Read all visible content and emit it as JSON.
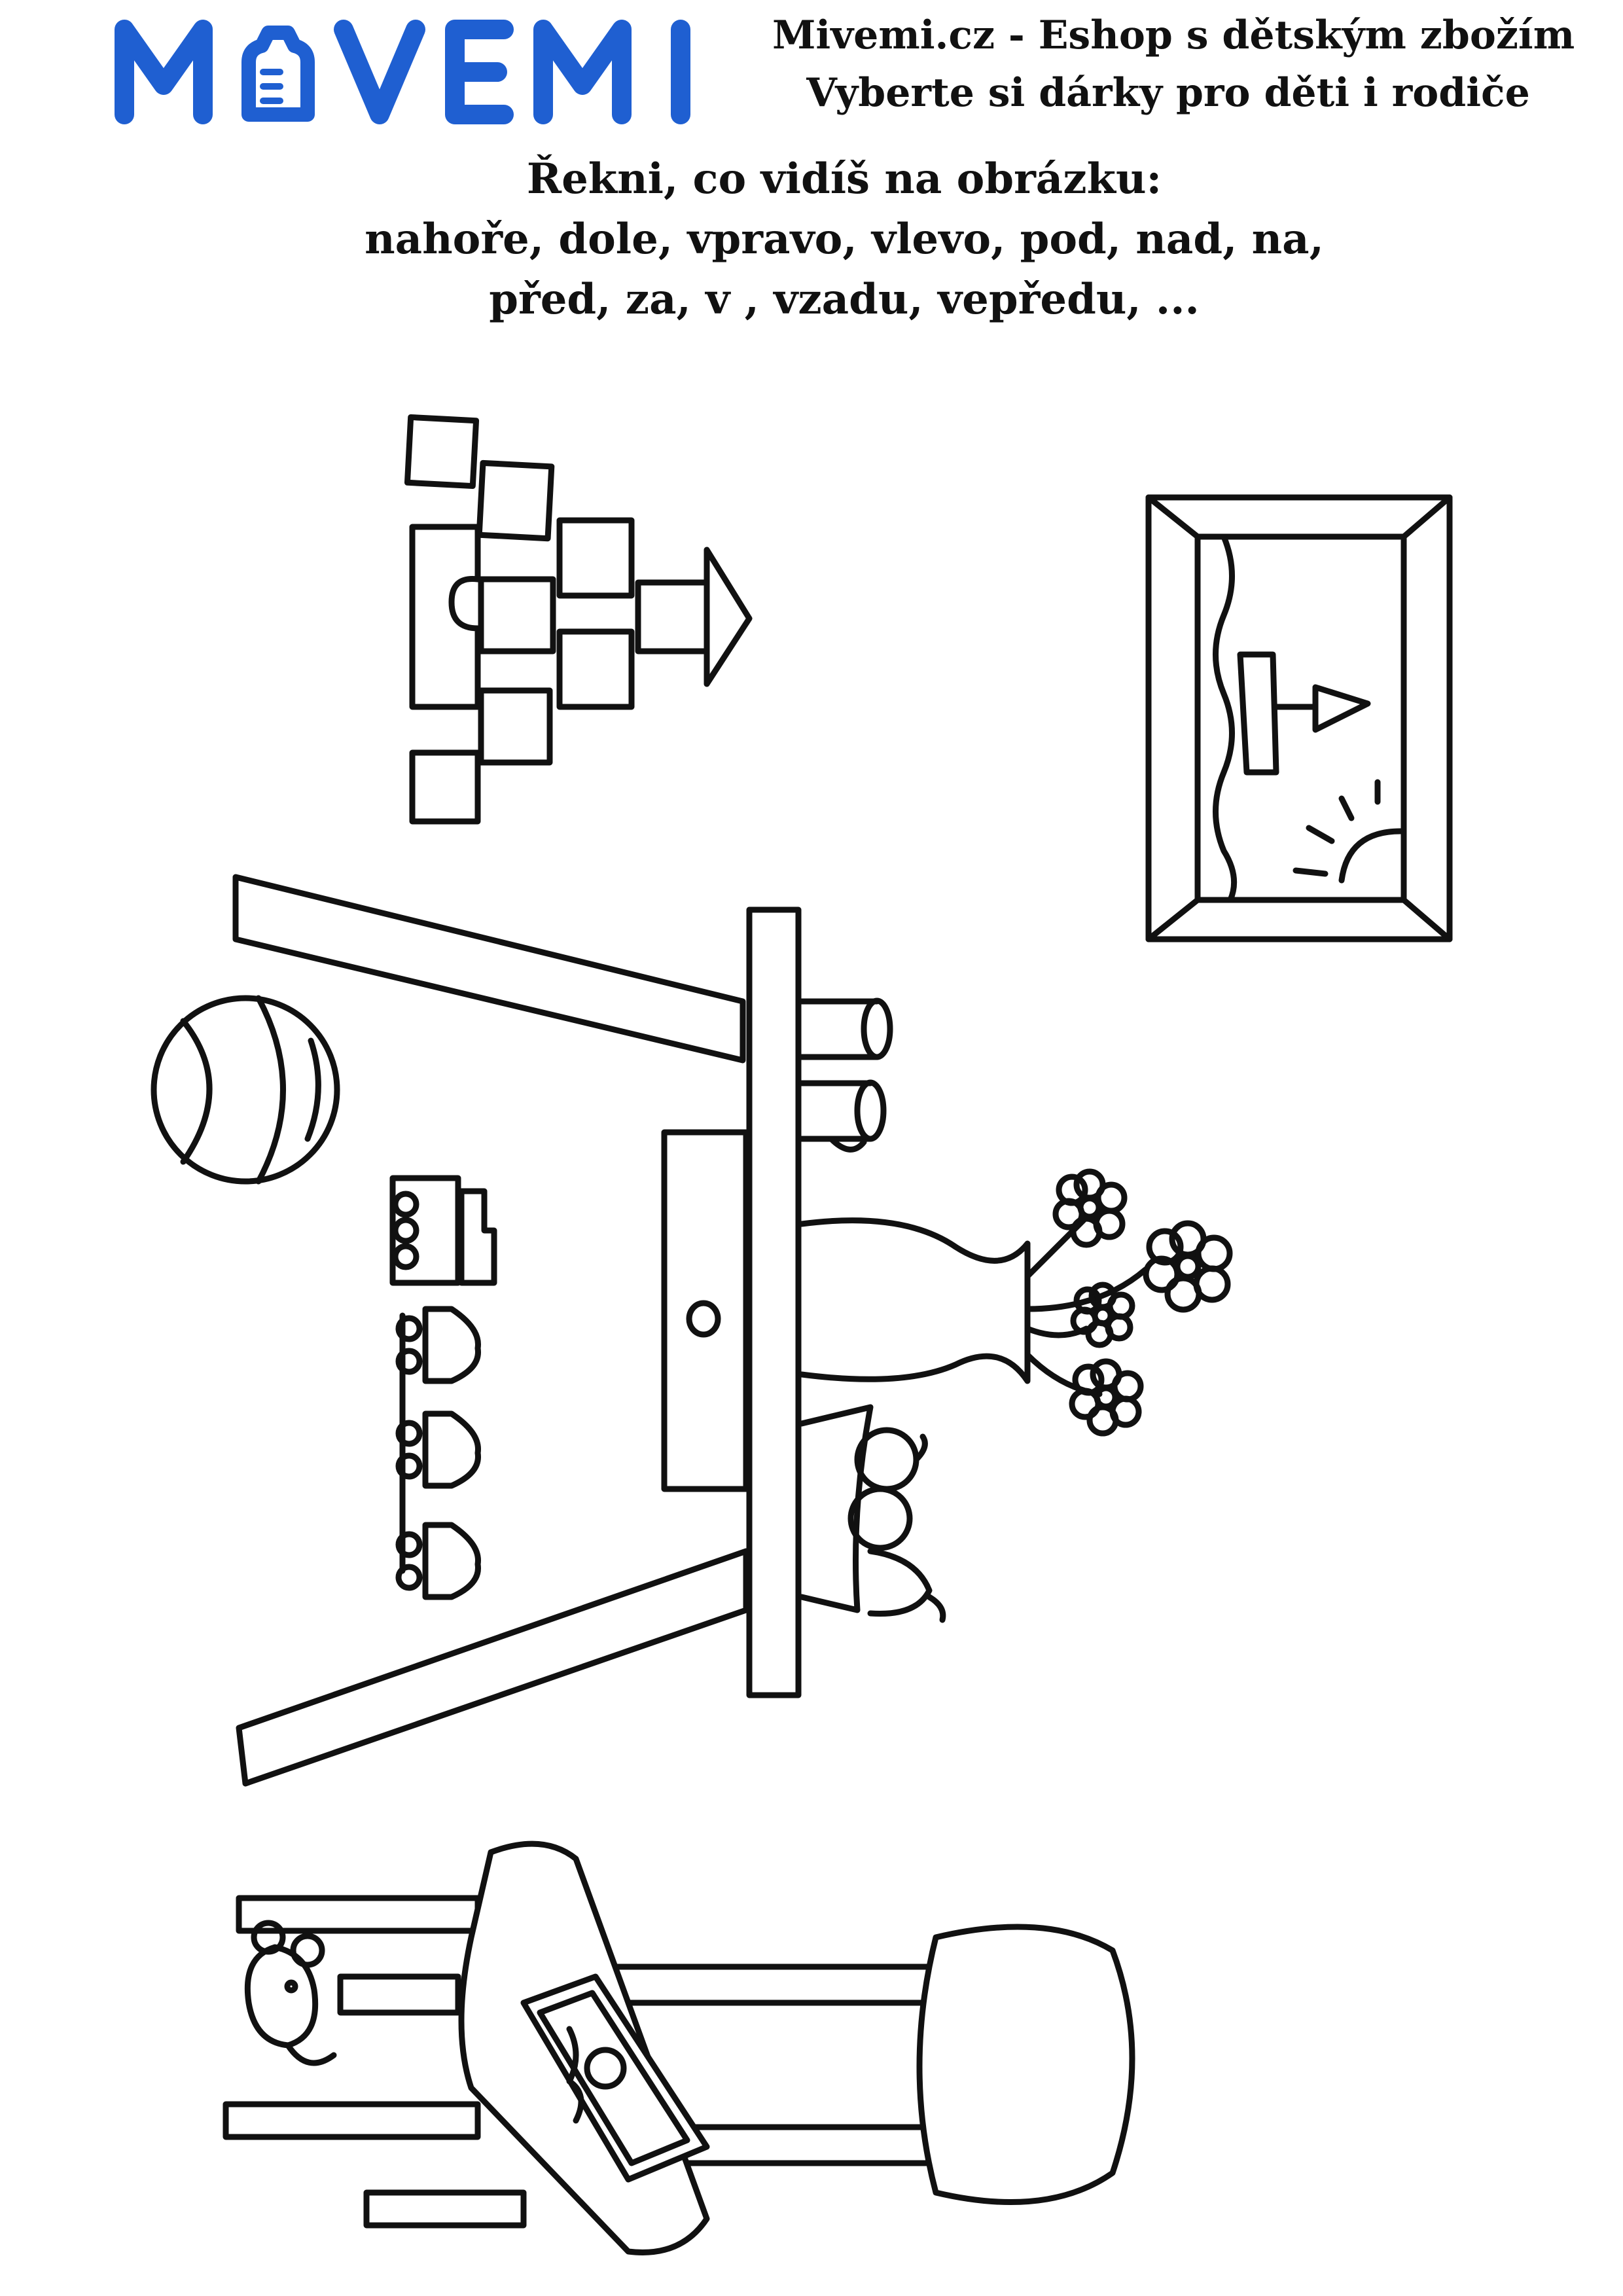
{
  "header": {
    "logo_text": "MIVEMI",
    "brand_color": "#1f5fd1",
    "brand_line_1": "Mivemi.cz - Eshop s dětským zbožím",
    "brand_line_2": "Vyberte si dárky pro děti i rodiče"
  },
  "instructions": {
    "line_1": "Řekni, co vidíš na obrázku:",
    "line_2": "nahoře, dole, vpravo, vlevo, pod, nad, na,",
    "line_3": "před, za, v , vzadu, vepředu, ..."
  },
  "illustration": {
    "objects": [
      "building-blocks",
      "framed-picture",
      "ball",
      "toy-train",
      "table",
      "vase-with-flowers",
      "fruit-bowl",
      "chair",
      "book",
      "toy-mouse"
    ]
  }
}
